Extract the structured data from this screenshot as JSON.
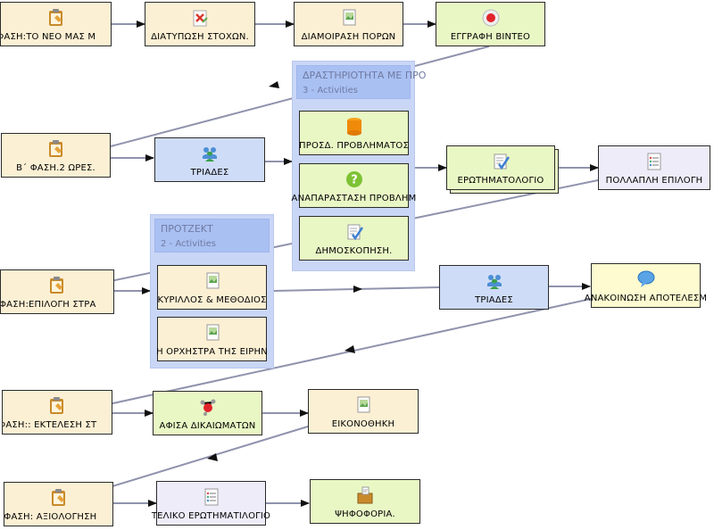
{
  "nodes": {
    "phase1": "΄ ΦΑΣΗ:ΤΟ ΝΕΟ ΜΑΣ Μ",
    "goals": "ΔΙΑΤΥΠΩΣΗ ΣΤΟΧΩΝ.",
    "resources": "ΔΙΑΜΟΙΡΑΣΗ ΠΟΡΩΝ",
    "video": "ΕΓΓΡΑΦΗ ΒΙΝΤΕΟ",
    "phase2": "Β΄ ΦΑΣΗ.2 ΩΡΕΣ.",
    "triads1": "ΤΡΙΑΔΕΣ",
    "problem_def": "ΠΡΟΣΔ. ΠΡΟΒΛΗΜΑΤΟΣ",
    "problem_rep": "ΑΝΑΠΑΡΑΣΤΑΣΗ ΠΡΟΒΛΗΜ",
    "poll": "ΔΗΜΟΣΚΟΠΗΣΗ.",
    "questionnaire": "ΕΡΩΤΗΜΑΤΟΛΟΓΙΟ",
    "multi_choice": "ΠΟΛΛΑΠΛΗ ΕΠΙΛΟΓΗ",
    "phase3": "΄ ΦΑΣΗ:ΕΠΙΛΟΓΗ ΣΤΡΑ",
    "cyril": "ΚΥΡΙΛΛΟΣ & ΜΕΘΟΔΙΟΣ",
    "orchestra": "Η ΟΡΧΗΣΤΡΑ ΤΗΣ ΕΙΡΗΝ",
    "triads2": "ΤΡΙΑΔΕΣ",
    "announce": "ΑΝΑΚΟΙΝΩΣΗ ΑΠΟΤΕΛΕΣΜ",
    "phase4": "΄ ΦΑΣΗ:: ΕΚΤΕΛΕΣΗ ΣΤ",
    "poster": "ΑΦΙΣΑ ΔΙΚΑΙΩΜΑΤΩΝ",
    "gallery": "ΕΙΚΟΝΟΘΗΚΗ",
    "phase5": "Ε΄ΦΑΣΗ: ΑΞΙΟΛΟΓΗΣΗ",
    "final_quest": "ΤΕΛΙΚΟ ΕΡΩΤΗΜΑΤΙΛΟΓΙΟ",
    "vote": "ΨΗΦΟΦΟΡΙΑ."
  },
  "groups": {
    "activity": {
      "title": "ΔΡΑΣΤΗΡΙΟΤΗΤΑ ΜΕ ΠΡΟ",
      "count": "3 - Activities"
    },
    "project": {
      "title": "ΠΡΟΤΖΕΚΤ",
      "count": "2 - Activities"
    }
  },
  "colors": {
    "cream": "#fcf0d4",
    "green": "#e9f7c5",
    "blue": "#cfdcf7",
    "lavender": "#eeecf8",
    "yellow": "#fdfbcf",
    "group": "#c9d6f6",
    "edge": "#8f93ad"
  }
}
